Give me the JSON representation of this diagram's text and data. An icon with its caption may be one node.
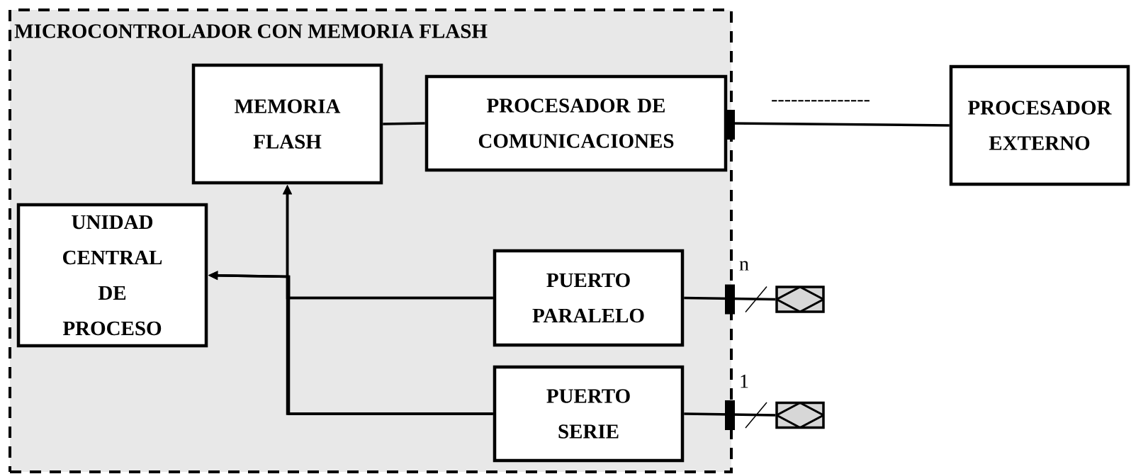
{
  "diagram": {
    "nodes": [
      {
        "text": [
          "MICROCONTROLADOR CON MEMORIA FLASH"
        ]
      },
      {
        "text": [
          "MEMORIA FLASH"
        ],
        "in": 0
      },
      {
        "text": [
          "PROCESADOR DE COMUNICACIONES"
        ],
        "in": 0
      },
      {
        "text": [
          "UNIDAD CENTRAL DE PROCESO"
        ],
        "in": 0
      },
      {
        "text": [
          "PUERTO PARALELO"
        ],
        "in": 0
      },
      {
        "text": [
          "PUERTO SERIE"
        ],
        "in": 0
      },
      {
        "text": [
          "PROCESADOR EXTERNO"
        ]
      },
      {
        "text": [],
        "shape": "box"
      },
      {
        "text": [],
        "shape": "box"
      }
    ],
    "edges": [
      {
        "from": 1,
        "to": 2,
        "arrow": "none"
      },
      {
        "from": 2,
        "to": 6,
        "arrow": "none",
        "label": "---------------"
      },
      {
        "from": 4,
        "to": 1,
        "arrow": "to"
      },
      {
        "from": 4,
        "to": 3,
        "arrow": "to"
      },
      {
        "from": 5,
        "to": 1,
        "arrow": "to"
      },
      {
        "from": 5,
        "to": 3,
        "arrow": "to"
      },
      {
        "from": 4,
        "to": 7,
        "arrow": "none",
        "label": "n"
      },
      {
        "from": 5,
        "to": 8,
        "arrow": "none",
        "label": "1"
      }
    ]
  }
}
